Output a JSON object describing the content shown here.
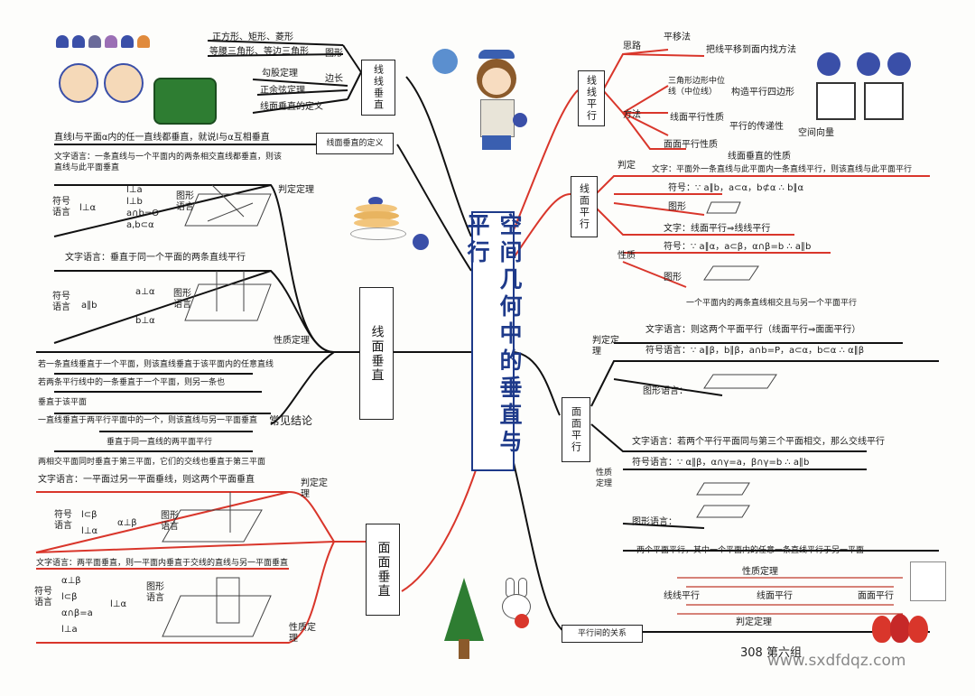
{
  "title": "空间几何中的垂直与平行",
  "branches": {
    "line_line_perp": {
      "title": "线线垂直",
      "items": [
        "正方形、矩形、菱形",
        "等腰三角形、等边三角形",
        "勾股定理",
        "正余弦定理",
        "线面垂直的定义"
      ],
      "tags": [
        "图形",
        "边长"
      ]
    },
    "line_plane_perp": {
      "title": "线面垂直",
      "definition_tag": "线面垂直的定义",
      "definition": "直线l与平面α内的任一直线都垂直，就说l与α互相垂直",
      "judge": {
        "tag": "判定定理",
        "text": "文字语言：一条直线与一个平面内的两条相交直线都垂直，则该直线与此平面垂直",
        "symbol_label": "符号语言",
        "symbols": [
          "l⊥a",
          "l⊥b",
          "a∩b=O",
          "a,b⊂α"
        ],
        "conclusion": "l⊥α",
        "figure_label": "图形语言"
      },
      "property": {
        "tag": "性质定理",
        "text": "文字语言：垂直于同一个平面的两条直线平行",
        "symbol_label": "符号语言",
        "symbols": [
          "a⊥α",
          "b⊥α"
        ],
        "conclusion": "a∥b",
        "figure_label": "图形语言"
      },
      "conclusions": {
        "tag": "常见结论",
        "items": [
          "若一条直线垂直于一个平面，则该直线垂直于该平面内的任意直线",
          "若两条平行线中的一条垂直于一个平面，则另一条也",
          "垂直于该平面",
          "一直线垂直于两平行平面中的一个，则该直线与另一平面垂直",
          "垂直于同一直线的两平面平行",
          "两相交平面同时垂直于第三平面，它们的交线也垂直于第三平面"
        ]
      }
    },
    "plane_plane_perp": {
      "title": "面面垂直",
      "judge": {
        "tag": "判定定理",
        "text": "文字语言：一平面过另一平面垂线，则这两个平面垂直",
        "symbol_label": "符号语言",
        "symbols": [
          "l⊂β",
          "l⊥α"
        ],
        "conclusion": "α⊥β",
        "figure_label": "图形语言"
      },
      "property": {
        "tag": "性质定理",
        "text": "文字语言：两平面垂直，则一平面内垂直于交线的直线与另一平面垂直",
        "symbol_label": "符号语言",
        "symbols": [
          "α⊥β",
          "l⊂β",
          "α∩β=a",
          "l⊥a"
        ],
        "conclusion": "l⊥α",
        "figure_label": "图形语言"
      }
    },
    "line_line_para": {
      "title": "线线平行",
      "ideas_tag": "思路",
      "ideas": [
        "平移法",
        "把线平移到面内找方法"
      ],
      "methods_tag": "方法",
      "methods": [
        "三角形边形中位线（中位线）",
        "构造平行四边形",
        "线面平行性质",
        "平行的传递性",
        "空间向量",
        "面面平行性质",
        "线面垂直的性质"
      ]
    },
    "line_plane_para": {
      "title": "线面平行",
      "judge_tag": "判定",
      "judge": [
        "文字：平面外一条直线与此平面内一条直线平行，则该直线与此平面平行",
        "符号：∵ a∥b，a⊂α，b⊄α ∴ b∥α",
        "图形"
      ],
      "property_tag": "性质",
      "property": [
        "文字：线面平行⇒线线平行",
        "符号：∵ a∥α，a⊂β，α∩β=b ∴ a∥b",
        "图形"
      ]
    },
    "plane_plane_para": {
      "title": "面面平行",
      "judge_tag": "判定定理",
      "judge": [
        "一个平面内的两条直线相交且与另一个平面平行",
        "文字语言：则这两个平面平行（线面平行⇒面面平行）",
        "符号语言：∵ a∥β，b∥β，a∩b=P，a⊂α，b⊂α ∴ α∥β",
        "图形语言："
      ],
      "property_tag": "性质定理",
      "property": [
        "文字语言：若两个平行平面同与第三个平面相交，那么交线平行",
        "符号语言：∵ α∥β，α∩γ=a，β∩γ=b ∴ a∥b",
        "图形语言：",
        "两个平面平行，其中一个平面内的任意一条直线平行于另一平面"
      ]
    },
    "relations": {
      "title": "平行间的关系",
      "top": "性质定理",
      "nodes": [
        "线线平行",
        "线面平行",
        "面面平行"
      ],
      "bottom": "判定定理"
    }
  },
  "footer": "308 第六组",
  "watermark": "www.sxdfdqz.com",
  "colors": {
    "red": "#d9362b",
    "blue": "#1e3a8a",
    "black": "#1a1a1a"
  }
}
